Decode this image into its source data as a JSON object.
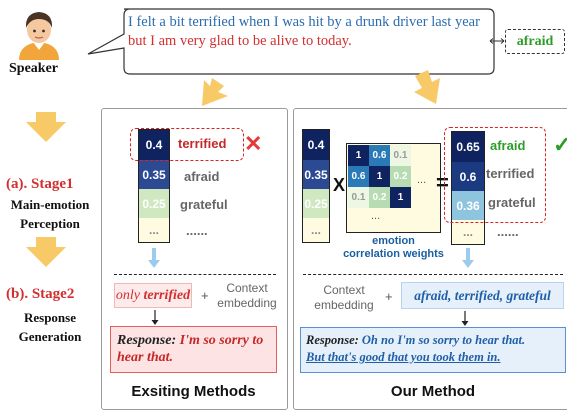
{
  "speaker": {
    "label": "Speaker"
  },
  "utterance": {
    "part1": "I felt a bit terrified when I was hit by a drunk driver last year",
    "part2": " but I am very glad to be alive to today."
  },
  "emotion_tag": "afraid",
  "stages": {
    "stage1_title": "(a). Stage1",
    "stage1_sub1": "Main-emotion",
    "stage1_sub2": "Perception",
    "stage2_title": "(b). Stage2",
    "stage2_sub1": "Response",
    "stage2_sub2": "Generation"
  },
  "existing": {
    "cells": [
      "0.4",
      "0.35",
      "0.25",
      "..."
    ],
    "labels": [
      "terrified",
      "afraid",
      "grateful",
      "......"
    ],
    "input_word": "only ",
    "input_emph": "terrified",
    "plus": "+",
    "ctx1": "Context",
    "ctx2": "embedding",
    "resp_label": "Response:",
    "resp_text": " I'm so sorry to hear that.",
    "caption": "Exsiting Methods"
  },
  "ours": {
    "input_cells": [
      "0.4",
      "0.35",
      "0.25",
      "..."
    ],
    "times": "X",
    "matrix": [
      [
        "1",
        "0.6",
        "0.1"
      ],
      [
        "0.6",
        "1",
        "0.2"
      ],
      [
        "0.1",
        "0.2",
        "1"
      ]
    ],
    "dots_h": "...",
    "dots_v": "...",
    "equals": "=",
    "matrix_caption1": "emotion",
    "matrix_caption2": "correlation weights",
    "out_cells": [
      "0.65",
      "0.6",
      "0.36",
      "..."
    ],
    "out_labels": [
      "afraid",
      "terrified",
      "grateful",
      "......"
    ],
    "ctx1": "Context",
    "ctx2": "embedding",
    "plus": "+",
    "input_text": "afraid, terrified, grateful",
    "resp_label": "Response:",
    "resp_text1": " Oh no I'm so sorry to hear that.",
    "resp_text2": "But that's good that you took them in.",
    "caption": "Our Method"
  },
  "marks": {
    "cross": "✕",
    "check": "✓"
  }
}
